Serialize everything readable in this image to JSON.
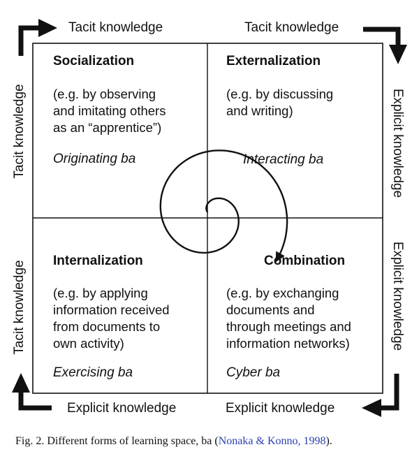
{
  "edges": {
    "top_left": "Tacit knowledge",
    "top_right": "Tacit knowledge",
    "right_top": "Explicit knowledge",
    "right_bottom": "Explicit knowledge",
    "bottom_left": "Explicit knowledge",
    "bottom_right": "Explicit knowledge",
    "left_top": "Tacit knowledge",
    "left_bottom": "Tacit knowledge"
  },
  "quadrants": {
    "socialization": {
      "title": "Socialization",
      "description": "(e.g. by observing\nand imitating others\nas an “apprentice”)",
      "ba": "Originating ba"
    },
    "externalization": {
      "title": "Externalization",
      "description": "(e.g. by discussing\nand writing)",
      "ba": "Interacting ba"
    },
    "internalization": {
      "title": "Internalization",
      "description": "(e.g. by applying\ninformation received\nfrom documents to\nown activity)",
      "ba": "Exercising ba"
    },
    "combination": {
      "title": "Combination",
      "description": "(e.g. by exchanging\ndocuments and\nthrough meetings and\ninformation networks)",
      "ba": "Cyber ba"
    }
  },
  "caption": {
    "text": "Fig. 2.  Different forms of learning space, ba (",
    "citation": "Nonaka & Konno, 1998",
    "end": ")."
  },
  "colors": {
    "line": "#111111",
    "citation": "#2a3fb0"
  }
}
